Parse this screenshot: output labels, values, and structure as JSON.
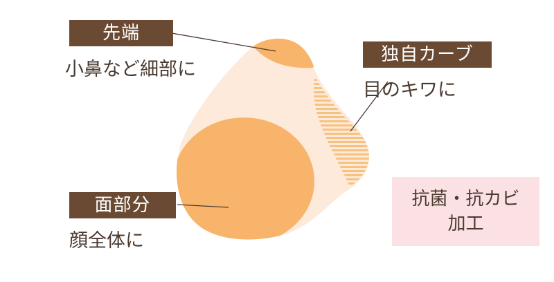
{
  "labels": {
    "tip": {
      "title": "先端",
      "desc": "小鼻など細部に"
    },
    "curve": {
      "title": "独自カーブ",
      "desc": "目のキワに"
    },
    "face": {
      "title": "面部分",
      "desc": "顔全体に"
    }
  },
  "note": {
    "line1": "抗菌・抗カビ",
    "line2": "加工"
  },
  "colors": {
    "tag_bg": "#6b4a33",
    "puff_body": "#fdeadb",
    "puff_accent": "#f7b46a",
    "note_bg": "#fbe1e4",
    "text": "#4a3a30"
  }
}
